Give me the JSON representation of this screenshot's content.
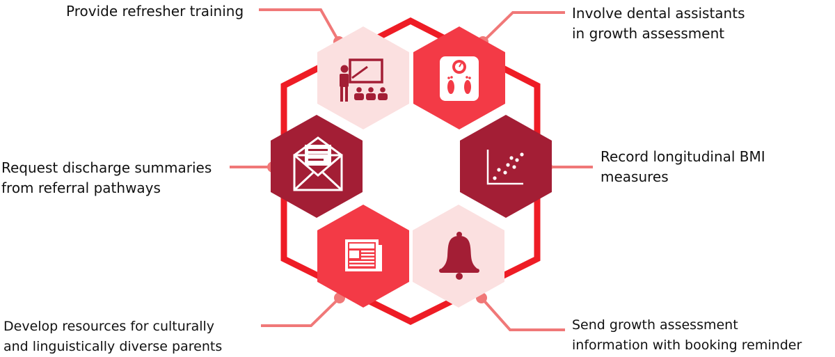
{
  "colors": {
    "outline": "#ee1c25",
    "connector": "#f07878",
    "hex_light": "#fbe0e0",
    "hex_red": "#f33a46",
    "hex_dark": "#a31e35",
    "icon_dark": "#a31e35",
    "icon_light": "#ffffff"
  },
  "items": [
    {
      "id": "training",
      "lines": [
        "Provide refresher training"
      ],
      "icon": "presentation-icon",
      "fill": "light"
    },
    {
      "id": "dental",
      "lines": [
        "Involve dental assistants",
        "in growth assessment"
      ],
      "icon": "scale-icon",
      "fill": "red"
    },
    {
      "id": "bmi",
      "lines": [
        "Record longitudinal BMI",
        "measures"
      ],
      "icon": "scatter-plot-icon",
      "fill": "dark"
    },
    {
      "id": "reminder",
      "lines": [
        "Send growth assessment",
        "information with booking reminder"
      ],
      "icon": "bell-icon",
      "fill": "light"
    },
    {
      "id": "resources",
      "lines": [
        "Develop resources for culturally",
        "and linguistically diverse parents"
      ],
      "icon": "newspaper-icon",
      "fill": "red"
    },
    {
      "id": "discharge",
      "lines": [
        "Request discharge summaries",
        "from referral pathways"
      ],
      "icon": "mail-icon",
      "fill": "dark"
    }
  ]
}
